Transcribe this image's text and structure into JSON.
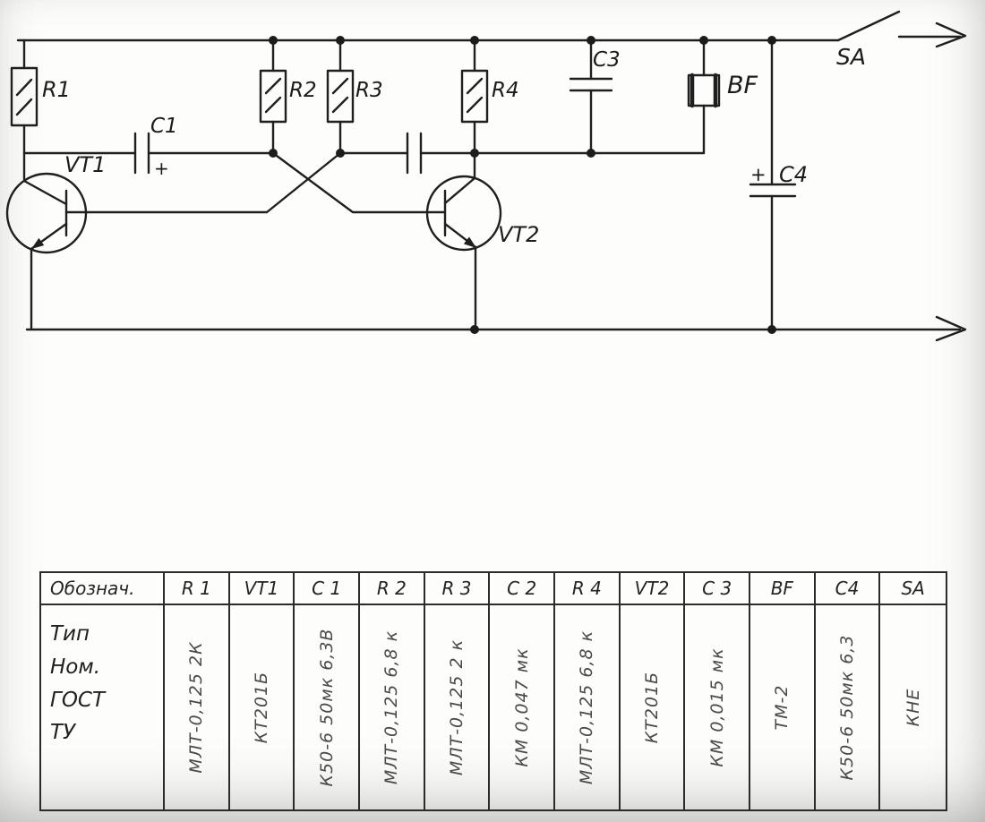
{
  "schematic": {
    "ink": "#1f1f1f",
    "pencil": "#4a4a4a",
    "labels": {
      "r1": "R1",
      "r2": "R2",
      "r3": "R3",
      "r4": "R4",
      "c1": "C1",
      "c1_plus": "+",
      "c3": "C3",
      "c4": "C4",
      "c4_plus": "+",
      "bf": "BF",
      "sa": "SA",
      "vt1": "VT1",
      "vt2": "VT2"
    }
  },
  "table": {
    "header": [
      "Обознач.",
      "R 1",
      "VT1",
      "C 1",
      "R 2",
      "R 3",
      "C 2",
      "R 4",
      "VT2",
      "C 3",
      "BF",
      "C4",
      "SA"
    ],
    "row_label_lines": [
      "Тип",
      "Ном.",
      "ГОСТ",
      "ТУ"
    ],
    "values": [
      "МЛТ-0,125 2К",
      "КТ201Б",
      "К50-6 50мк 6,3В",
      "МЛТ-0,125 6,8 к",
      "МЛТ-0,125 2 к",
      "КМ 0,047 мк",
      "МЛТ-0,125 6,8 к",
      "КТ201Б",
      "КМ 0,015 мк",
      "ТМ-2",
      "К50-6 50мк 6,3",
      "КНЕ"
    ]
  }
}
